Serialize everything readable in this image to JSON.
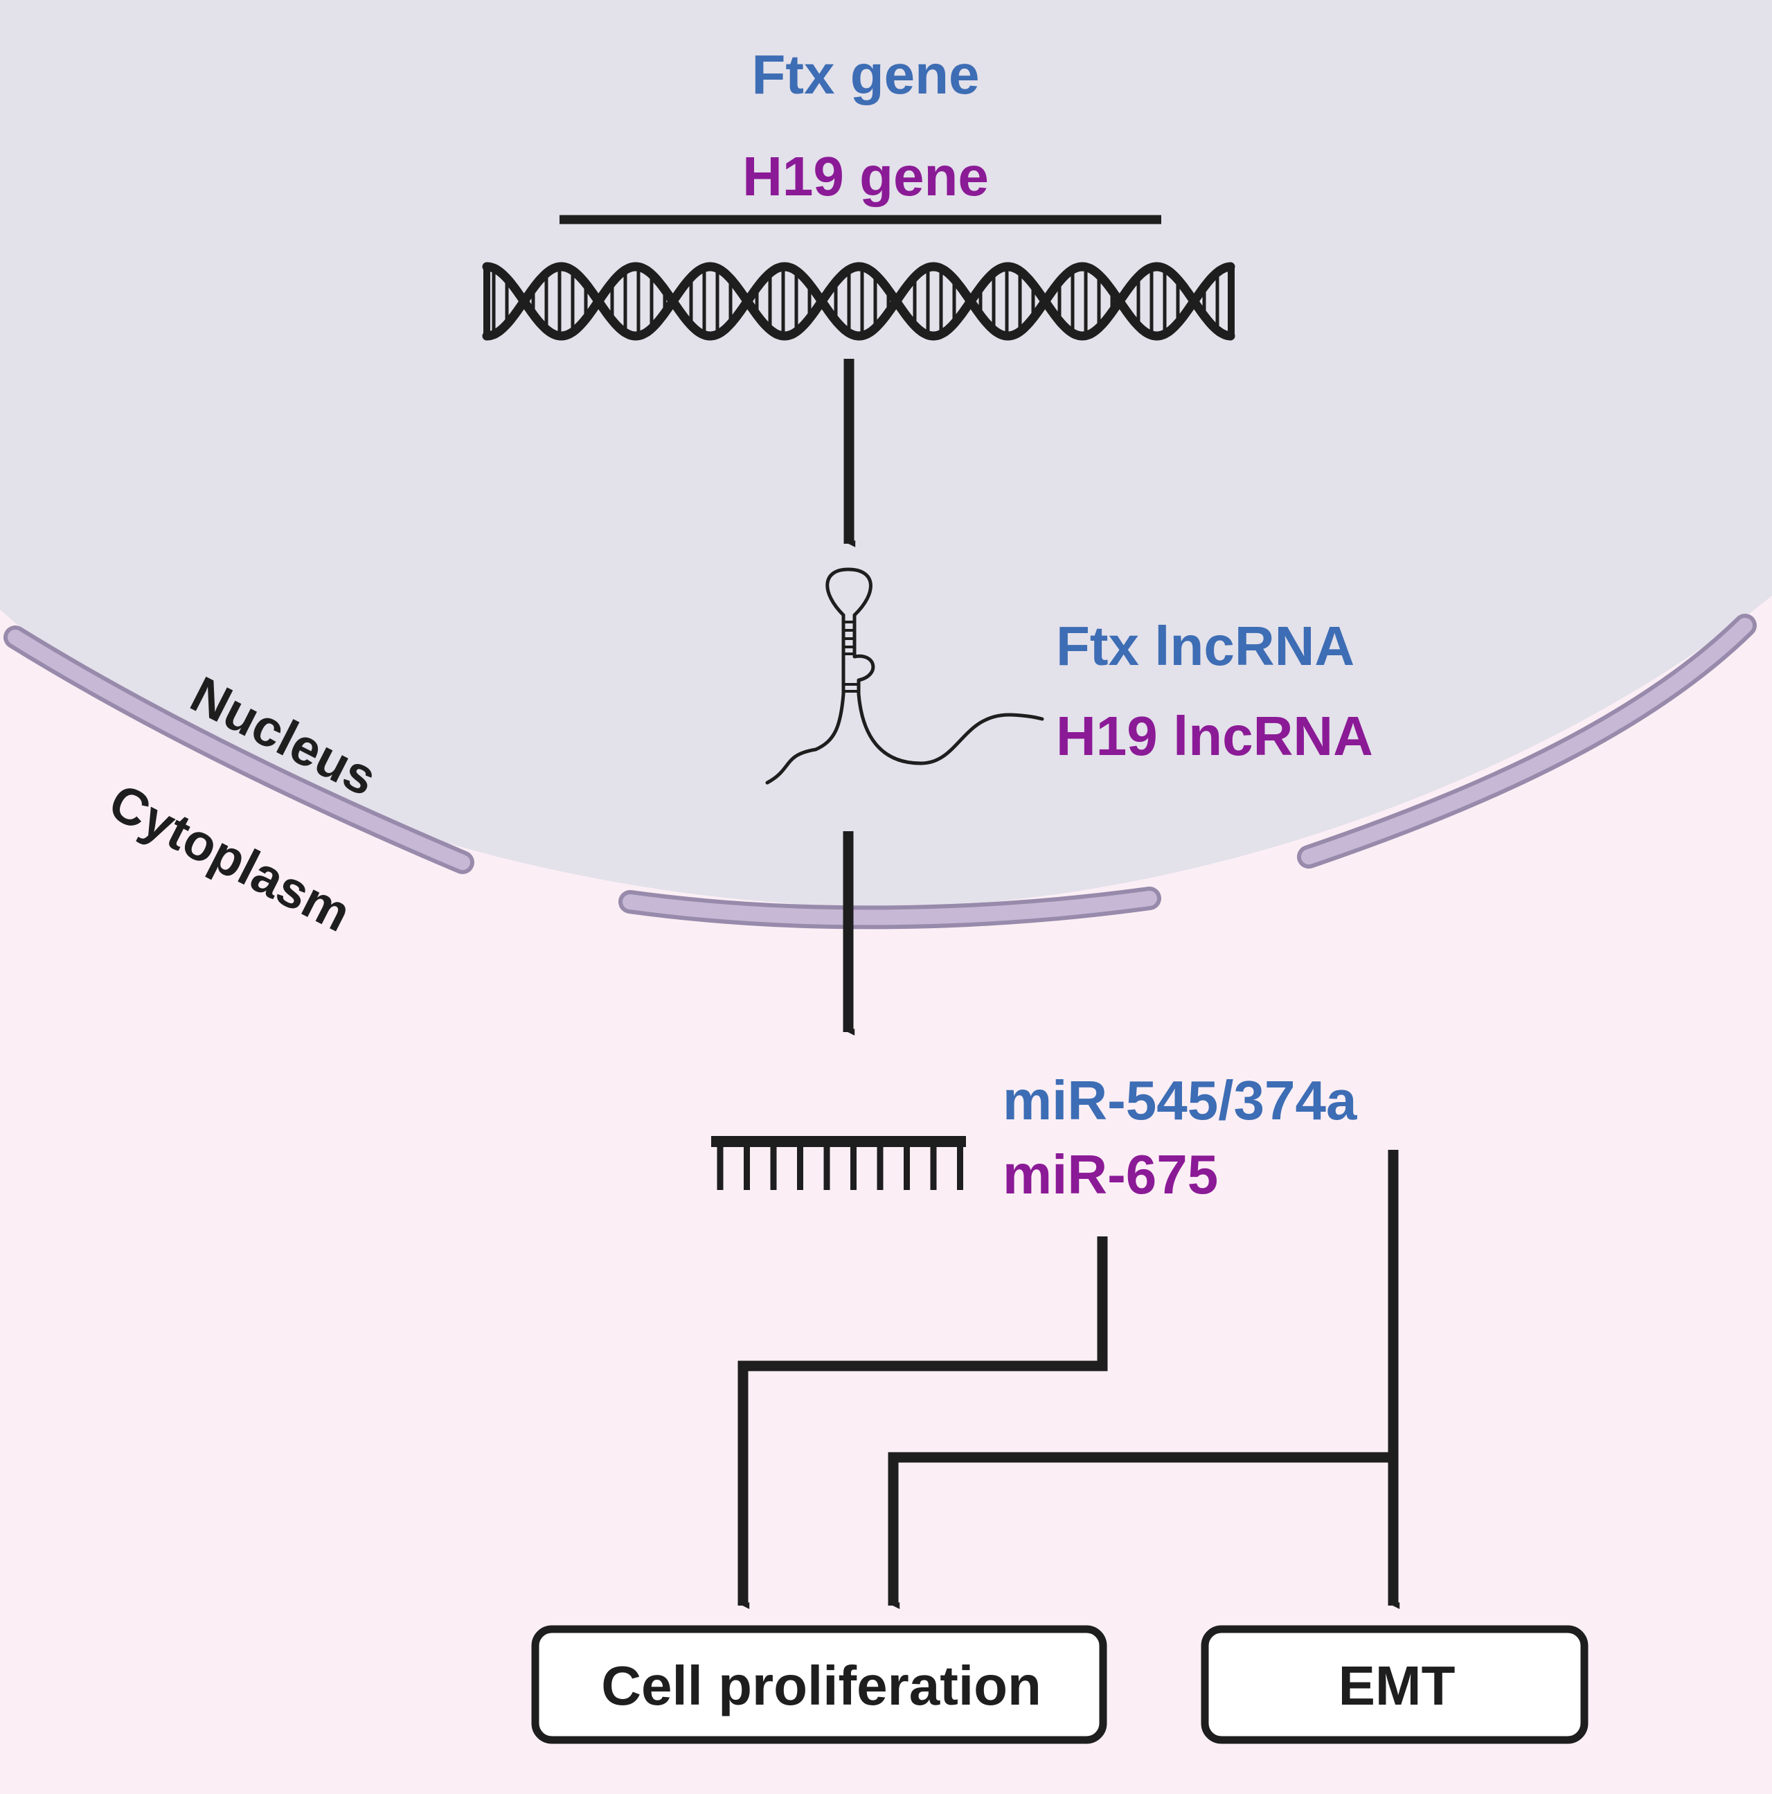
{
  "colors": {
    "nucleus_fill": "#e3e1ea",
    "cytoplasm_fill": "#fbeff5",
    "membrane_fill": "#c7b8d6",
    "membrane_stroke": "#978aab",
    "ftx_blue": "#3d6db4",
    "h19_purple": "#8b1a96",
    "ink": "#1e1e1e",
    "box_fill": "#ffffff"
  },
  "labels": {
    "ftx_gene": "Ftx gene",
    "h19_gene": "H19 gene",
    "ftx_lncrna": "Ftx lncRNA",
    "h19_lncrna": "H19 lncRNA",
    "mir_ftx": "miR-545/374a",
    "mir_h19": "miR-675",
    "nucleus": "Nucleus",
    "cytoplasm": "Cytoplasm"
  },
  "outcomes": {
    "cell_proliferation": "Cell proliferation",
    "emt": "EMT"
  },
  "icons": {
    "dna": "dna-double-helix-icon",
    "lncrna": "lncrna-hairpin-icon",
    "mirna": "mirna-comb-icon"
  }
}
